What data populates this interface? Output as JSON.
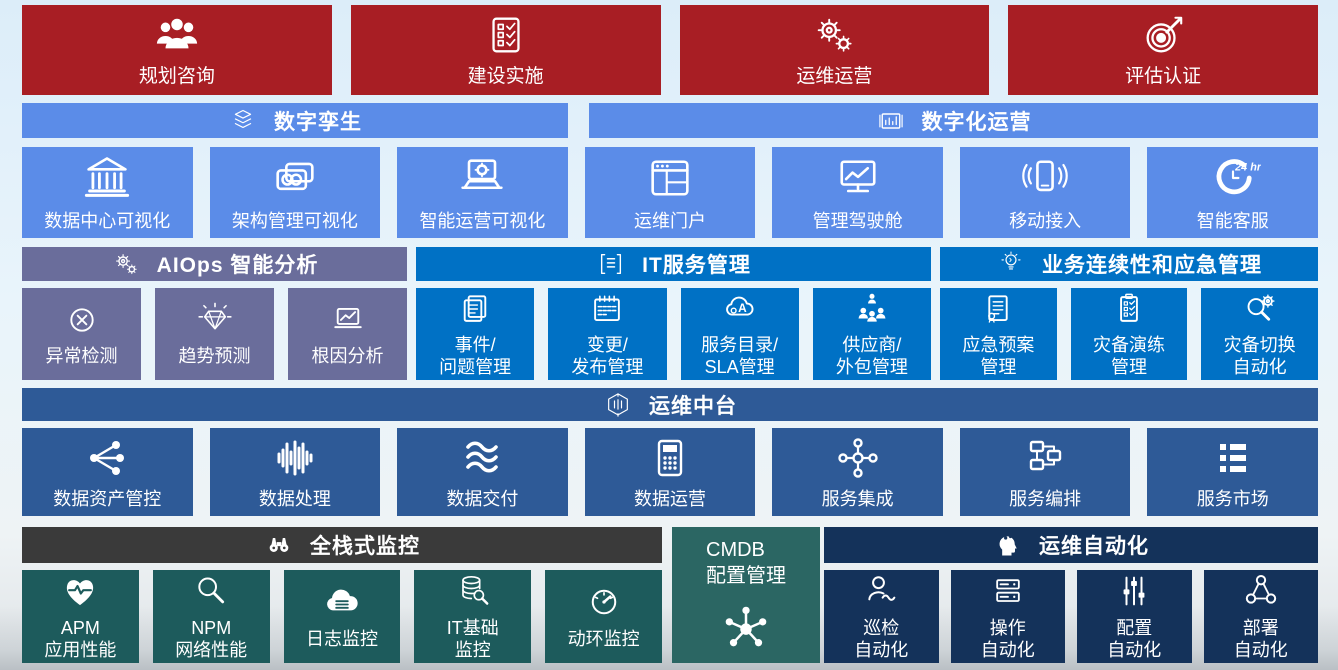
{
  "palette": {
    "dark_red": "#A81E24",
    "cornflower_blue": "#5B8CE8",
    "slate_purple": "#6A6D9B",
    "azure_blue": "#0071C5",
    "royal_navy": "#2E5A97",
    "charcoal": "#3A3A3A",
    "deep_teal": "#1D5B5C",
    "cmdb_teal": "#2B6663",
    "dark_navy": "#14325A",
    "background": "#DCEDF9"
  },
  "top_services": {
    "items": [
      {
        "label": "规划咨询",
        "icon": "people-group-icon"
      },
      {
        "label": "建设实施",
        "icon": "checklist-icon"
      },
      {
        "label": "运维运营",
        "icon": "gears-icon"
      },
      {
        "label": "评估认证",
        "icon": "target-icon"
      }
    ]
  },
  "digital_twin": {
    "title": "数字孪生",
    "icon": "layers-icon"
  },
  "digital_ops": {
    "title": "数字化运营",
    "icon": "dashboard-chart-icon"
  },
  "visualization": {
    "items": [
      {
        "label": "数据中心可视化",
        "icon": "bank-icon"
      },
      {
        "label": "架构管理可视化",
        "icon": "cards-icon"
      },
      {
        "label": "智能运营可视化",
        "icon": "laptop-gear-icon"
      },
      {
        "label": "运维门户",
        "icon": "browser-icon"
      },
      {
        "label": "管理驾驶舱",
        "icon": "monitor-chart-icon"
      },
      {
        "label": "移动接入",
        "icon": "phone-signal-icon"
      },
      {
        "label": "智能客服",
        "icon": "support-24-icon"
      }
    ]
  },
  "aiops": {
    "title": "AIOps 智能分析",
    "icon": "gears-icon",
    "items": [
      {
        "label": "异常检测",
        "icon": "circle-x-icon"
      },
      {
        "label": "趋势预测",
        "icon": "diamond-sparkle-icon"
      },
      {
        "label": "根因分析",
        "icon": "laptop-chart-icon"
      }
    ]
  },
  "itsm": {
    "title": "IT服务管理",
    "icon": "server-brackets-icon",
    "items": [
      {
        "label": "事件/\n问题管理",
        "icon": "docs-icon"
      },
      {
        "label": "变更/\n发布管理",
        "icon": "calendar-icon"
      },
      {
        "label": "服务目录/\nSLA管理",
        "icon": "cloud-a-icon"
      },
      {
        "label": "供应商/\n外包管理",
        "icon": "org-people-icon"
      }
    ]
  },
  "bcm": {
    "title": "业务连续性和应急管理",
    "icon": "bulb-icon",
    "items": [
      {
        "label": "应急预案\n管理",
        "icon": "doc-seal-icon"
      },
      {
        "label": "灾备演练\n管理",
        "icon": "clipboard-check-icon"
      },
      {
        "label": "灾备切换\n自动化",
        "icon": "magnifier-gear-icon"
      }
    ]
  },
  "platform": {
    "title": "运维中台",
    "icon": "hexagon-icon",
    "items": [
      {
        "label": "数据资产管控",
        "icon": "share-branch-icon"
      },
      {
        "label": "数据处理",
        "icon": "waveform-icon"
      },
      {
        "label": "数据交付",
        "icon": "waves-icon"
      },
      {
        "label": "数据运营",
        "icon": "calculator-icon"
      },
      {
        "label": "服务集成",
        "icon": "hub-nodes-icon"
      },
      {
        "label": "服务编排",
        "icon": "flow-nodes-icon"
      },
      {
        "label": "服务市场",
        "icon": "list-icon"
      }
    ]
  },
  "monitoring": {
    "title": "全栈式监控",
    "icon": "binoculars-icon",
    "items": [
      {
        "label": "APM\n应用性能",
        "icon": "heart-pulse-icon"
      },
      {
        "label": "NPM\n网络性能",
        "icon": "magnifier-icon"
      },
      {
        "label": "日志监控",
        "icon": "cloud-server-icon"
      },
      {
        "label": "IT基础\n监控",
        "icon": "db-magnifier-icon"
      },
      {
        "label": "动环监控",
        "icon": "gauge-icon"
      }
    ]
  },
  "cmdb": {
    "label": "CMDB\n配置管理",
    "icon": "molecule-icon"
  },
  "automation": {
    "title": "运维自动化",
    "icon": "head-gears-icon",
    "items": [
      {
        "label": "巡检\n自动化",
        "icon": "person-wave-icon"
      },
      {
        "label": "操作\n自动化",
        "icon": "server-stack-icon"
      },
      {
        "label": "配置\n自动化",
        "icon": "sliders-icon"
      },
      {
        "label": "部署\n自动化",
        "icon": "deploy-nodes-icon"
      }
    ]
  }
}
